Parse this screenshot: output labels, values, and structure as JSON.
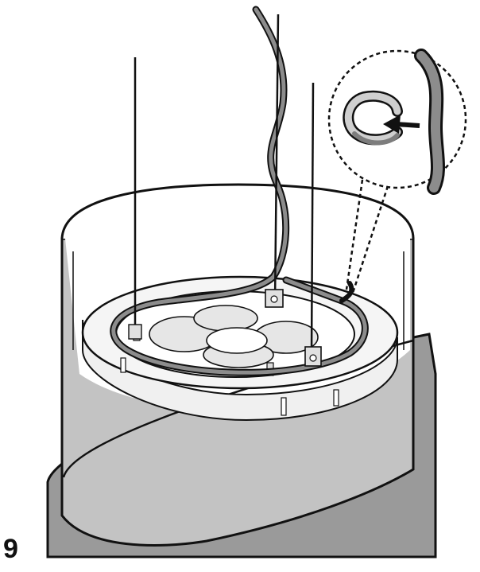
{
  "step_number": "9",
  "colors": {
    "outline": "#111111",
    "shell_gray": "#b9b9b9",
    "shell_dark": "#9a9a9a",
    "inner_white": "#ffffff",
    "cable_gray": "#8c8c8c",
    "cable_light": "#cfcfcf",
    "plate_light": "#f2f2f2"
  },
  "parts": {
    "suspension_wires": [
      "wire-left",
      "wire-center",
      "wire-right"
    ],
    "power_cable": "power-cable",
    "mounting_plate": "mounting-plate",
    "cable_clip": "cable-clip",
    "housing": "housing-shell",
    "detail_callout": "clip-detail-callout",
    "arrow": "insert-arrow-icon"
  }
}
